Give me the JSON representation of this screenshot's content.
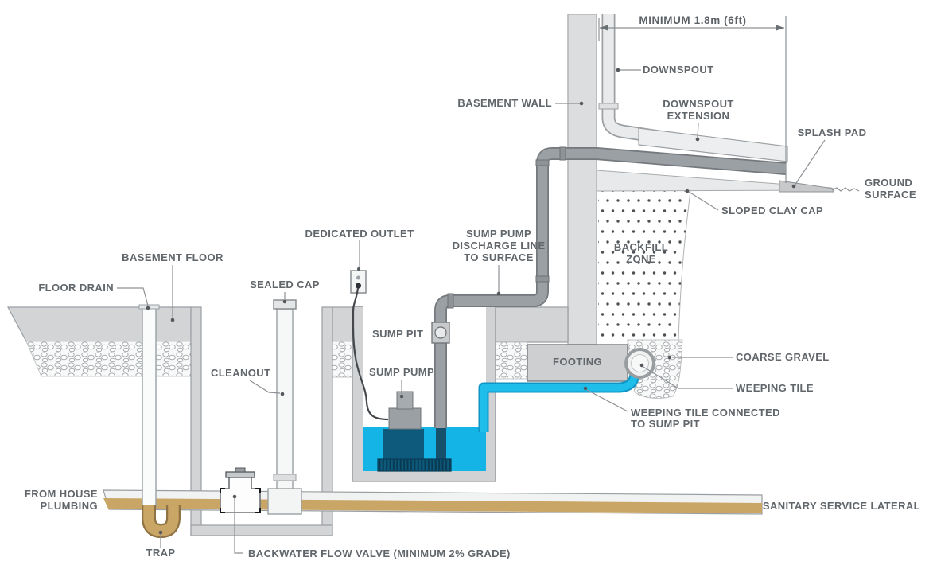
{
  "diagram": {
    "labels": {
      "minimum_dimension": "MINIMUM 1.8m (6ft)",
      "downspout": "DOWNSPOUT",
      "downspout_extension": [
        "DOWNSPOUT",
        "EXTENSION"
      ],
      "splash_pad": "SPLASH PAD",
      "ground_surface": [
        "GROUND",
        "SURFACE"
      ],
      "basement_wall": "BASEMENT WALL",
      "sloped_clay_cap": "SLOPED CLAY CAP",
      "backfill_zone": [
        "BACKFILL",
        "ZONE"
      ],
      "dedicated_outlet": "DEDICATED OUTLET",
      "sump_pump_discharge_line": [
        "SUMP PUMP",
        "DISCHARGE LINE",
        "TO SURFACE"
      ],
      "basement_floor": "BASEMENT FLOOR",
      "floor_drain": "FLOOR DRAIN",
      "sealed_cap": "SEALED CAP",
      "cleanout": "CLEANOUT",
      "sump_pit": "SUMP PIT",
      "sump_pump": "SUMP PUMP",
      "footing": "FOOTING",
      "coarse_gravel": "COARSE GRAVEL",
      "weeping_tile": "WEEPING TILE",
      "weeping_tile_connected": [
        "WEEPING TILE CONNECTED",
        "TO SUMP PIT"
      ],
      "from_house_plumbing": [
        "FROM HOUSE",
        "PLUMBING"
      ],
      "trap": "TRAP",
      "backwater_flow_valve": "BACKWATER FLOW VALVE (MINIMUM 2% GRADE)",
      "sanitary_service_lateral": "SANITARY SERVICE LATERAL"
    },
    "colors": {
      "water": "#14b4e6",
      "weeping_pipe": "#1fbeea",
      "weeping_pipe_edge": "#0e95c6",
      "pump_dark": "#0d5a7d",
      "sanitary_tan": "#c9a566",
      "pipe_gray": "#9aa0a4",
      "wall_gray": "#dcddde",
      "label_text": "#61666b"
    }
  }
}
